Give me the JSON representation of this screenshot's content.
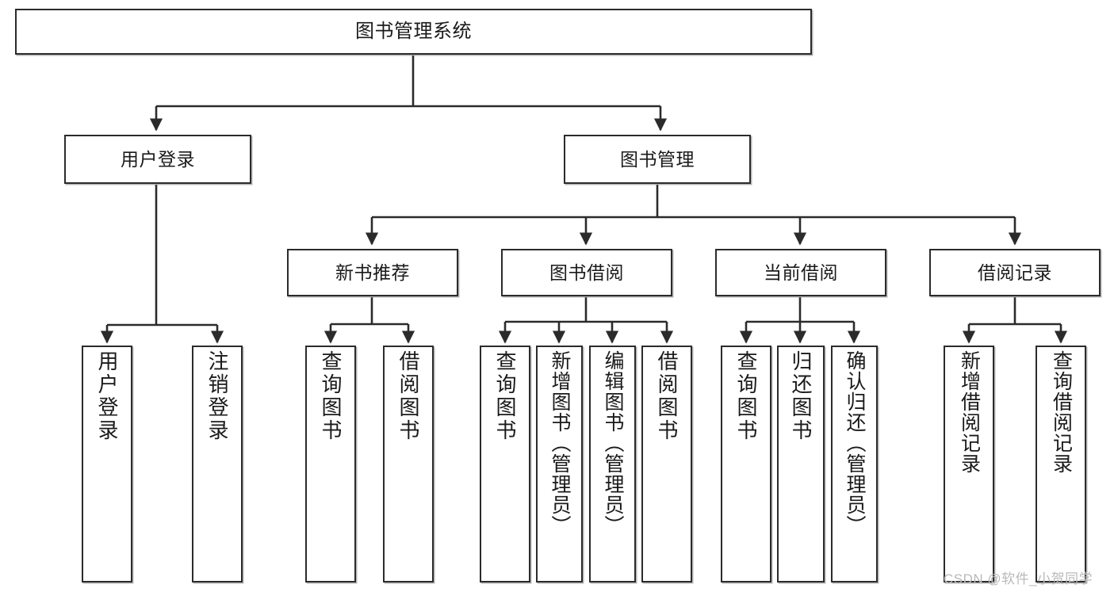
{
  "diagram": {
    "type": "tree-hierarchy",
    "title": "图书管理系统",
    "orientation": "top-down",
    "colors": {
      "box_border": "#2b2b2b",
      "box_fill": "#ffffff",
      "edge": "#2b2b2b",
      "watermark": "#b9b9b9",
      "background": "#ffffff"
    },
    "root": {
      "label": "图书管理系统"
    },
    "level2": [
      {
        "label": "用户登录"
      },
      {
        "label": "图书管理"
      }
    ],
    "level3": [
      {
        "label": "新书推荐"
      },
      {
        "label": "图书借阅"
      },
      {
        "label": "当前借阅"
      },
      {
        "label": "借阅记录"
      }
    ],
    "leaves": {
      "user_login": [
        {
          "label": "用户登录"
        },
        {
          "label": "注销登录"
        }
      ],
      "new_book_recommend": [
        {
          "label": "查询图书"
        },
        {
          "label": "借阅图书"
        }
      ],
      "book_borrow": [
        {
          "label": "查询图书"
        },
        {
          "label": "新增图书（管理员）"
        },
        {
          "label": "编辑图书（管理员）"
        },
        {
          "label": "借阅图书"
        }
      ],
      "current_borrow": [
        {
          "label": "查询图书"
        },
        {
          "label": "归还图书"
        },
        {
          "label": "确认归还（管理员）"
        }
      ],
      "borrow_record": [
        {
          "label": "新增借阅记录"
        },
        {
          "label": "查询借阅记录"
        }
      ]
    }
  },
  "watermark": {
    "text": "CSDN @软件_小贺同学"
  }
}
